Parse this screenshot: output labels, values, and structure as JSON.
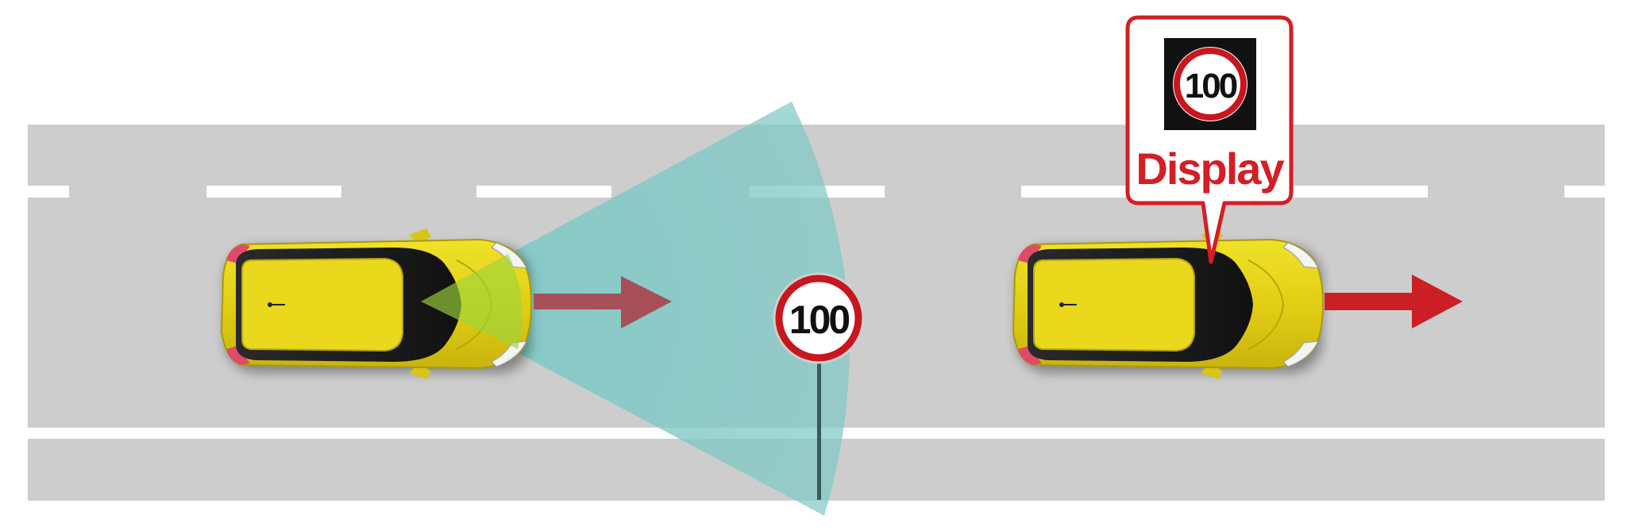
{
  "road_sign": {
    "speed_limit": "100"
  },
  "display_callout": {
    "sign_value": "100",
    "label": "Display"
  },
  "colors": {
    "road": "#cdcdcd",
    "lane_marking": "#ffffff",
    "car_body": "#e4d217",
    "camera_field": "#7fc9c6",
    "arrow_first_car": "#a7505a",
    "arrow_second_car": "#cc1f25",
    "sign_red": "#c8161e",
    "callout_red": "#d41e24",
    "display_bg": "#111111"
  },
  "icons": {
    "first_car": "car-top-view-icon",
    "second_car": "car-top-view-icon",
    "camera_cone": "camera-detection-zone",
    "first_arrow": "arrow-right-icon",
    "second_arrow": "arrow-right-icon",
    "road_sign": "speed-limit-sign-icon",
    "display_sign": "speed-limit-sign-icon"
  }
}
